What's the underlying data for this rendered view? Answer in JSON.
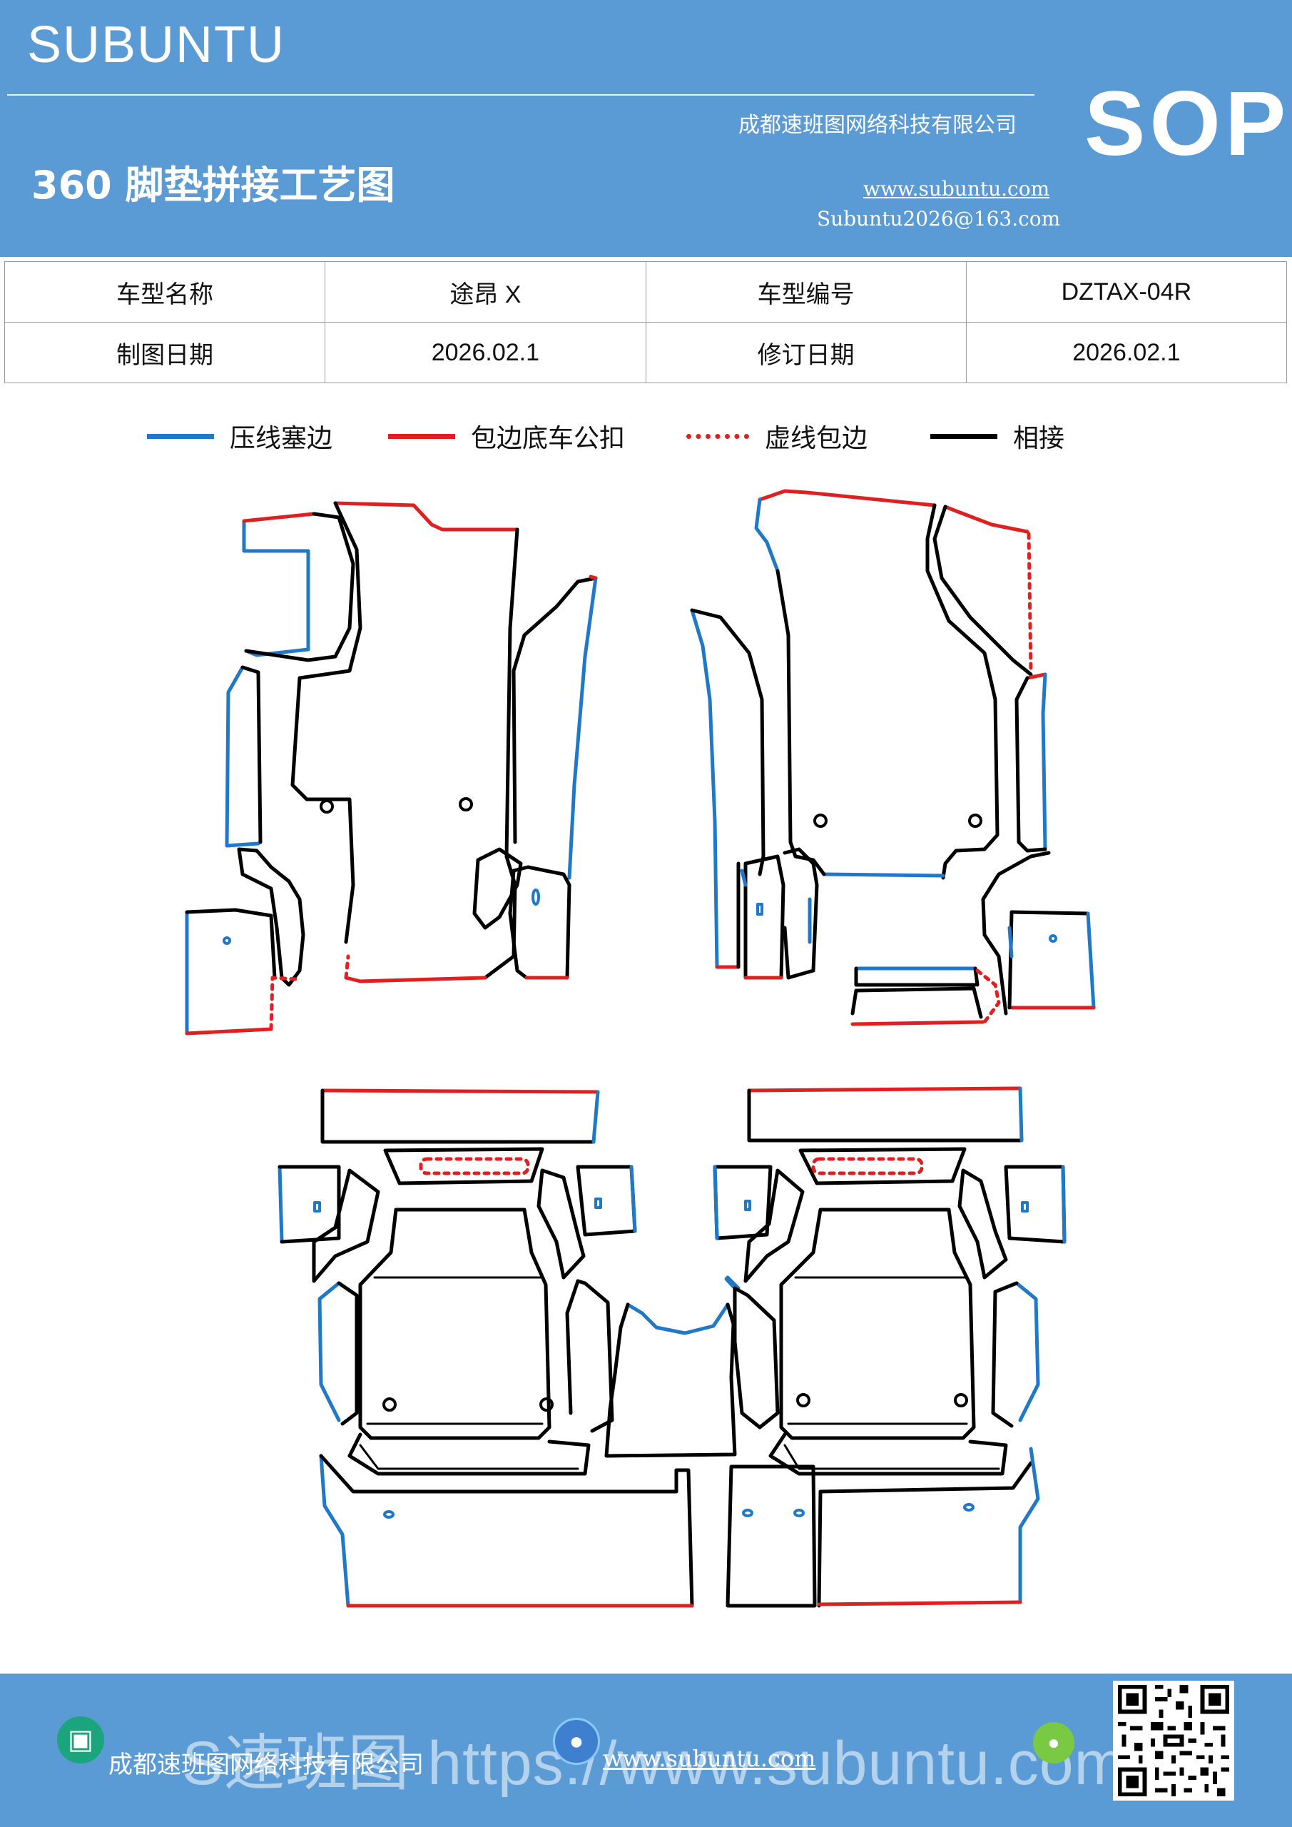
{
  "header": {
    "brand": "SUBUNTU",
    "company": "成都速班图网络科技有限公司",
    "sop": "SOP",
    "title": "360 脚垫拼接工艺图",
    "url": "www.subuntu.com",
    "email": "Subuntu2026@163.com"
  },
  "info_table": {
    "rows": [
      [
        "车型名称",
        "途昂 X",
        "车型编号",
        "DZTAX-04R"
      ],
      [
        "制图日期",
        "2026.02.1",
        "修订日期",
        "2026.02.1"
      ]
    ]
  },
  "legend": [
    {
      "label": "压线塞边",
      "color": "#1f78c8",
      "style": "solid"
    },
    {
      "label": "包边底车公扣",
      "color": "#e02020",
      "style": "solid"
    },
    {
      "label": "虚线包边",
      "color": "#e02020",
      "style": "dotted"
    },
    {
      "label": "相接",
      "color": "#000000",
      "style": "solid"
    }
  ],
  "colors": {
    "header_bg": "#5b9bd5",
    "blue": "#1f78c8",
    "red": "#e02020",
    "black": "#000000"
  },
  "footer": {
    "company": "成都速班图网络科技有限公司",
    "url": "www.subuntu.com",
    "watermark": "S速班图 https://www.subuntu.com",
    "icons": [
      "building-icon",
      "globe-icon",
      "wechat-icon",
      "qr-code"
    ]
  }
}
